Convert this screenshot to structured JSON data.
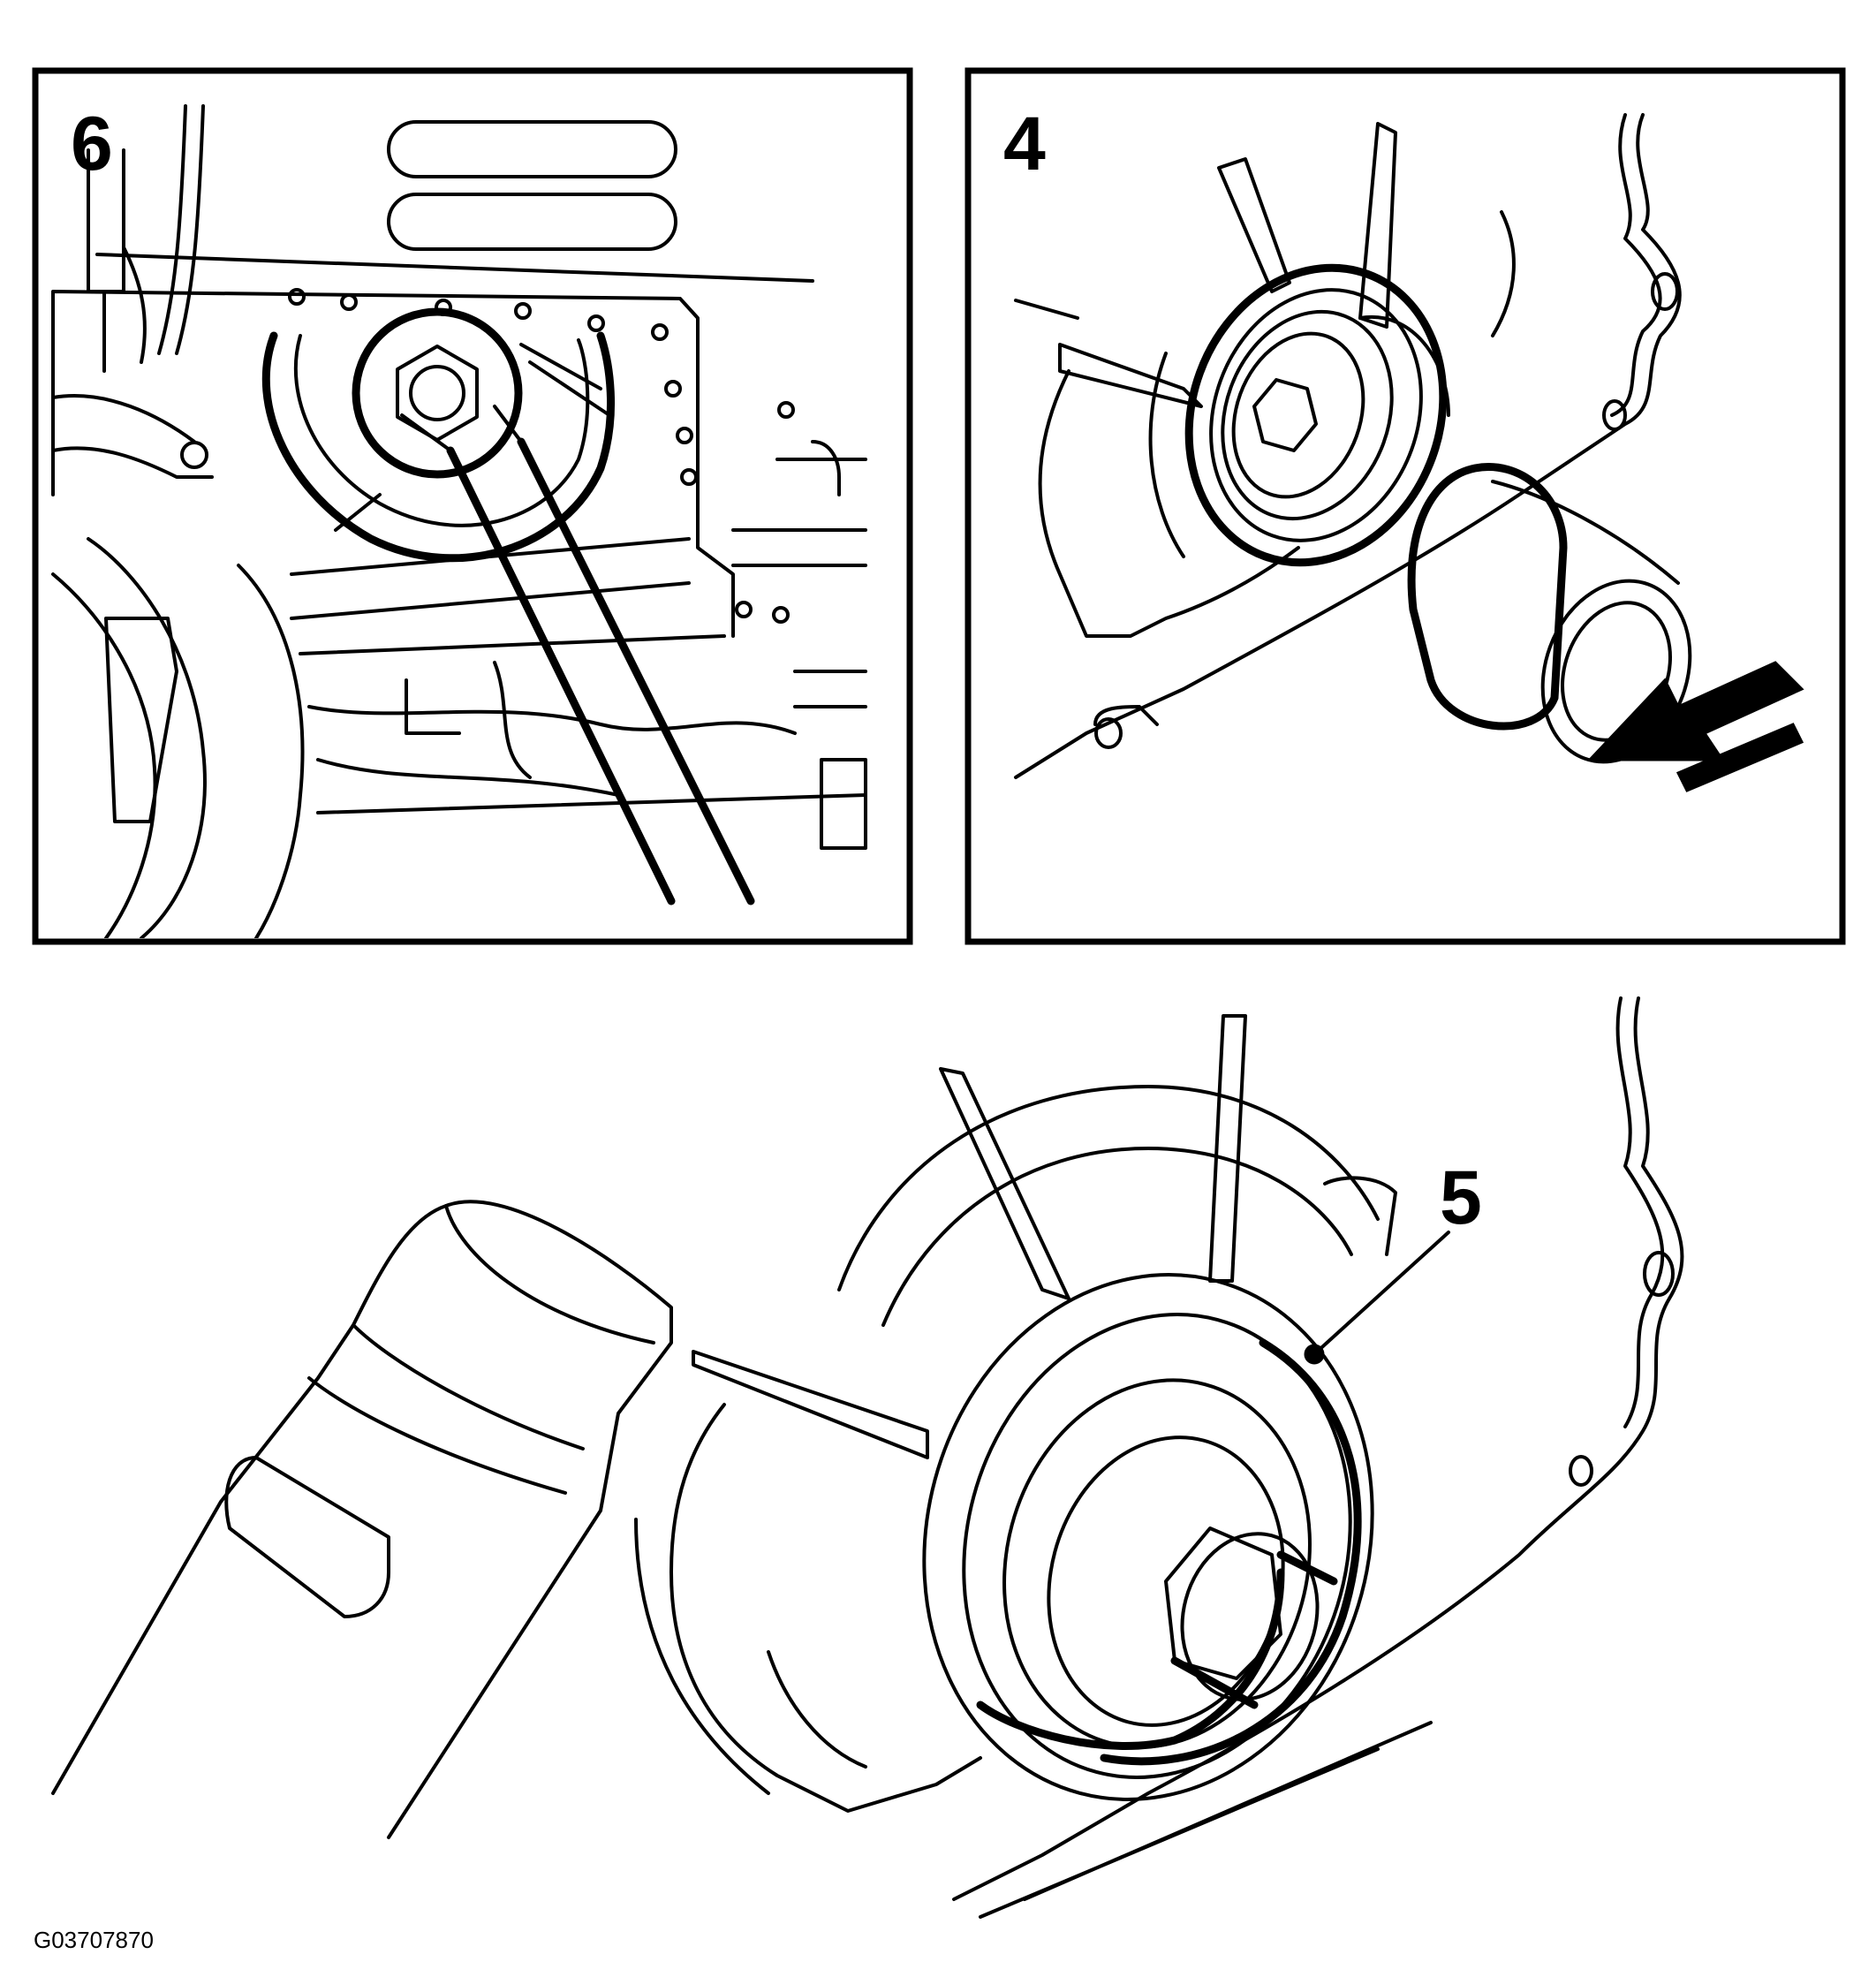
{
  "panels": {
    "step6": {
      "label": "6"
    },
    "step4": {
      "label": "4"
    },
    "main": {
      "callout": "5"
    }
  },
  "figure_id": "G03707870",
  "colors": {
    "ink": "#000000",
    "paper": "#ffffff"
  },
  "icons": {
    "arrow": "direction-arrow-icon"
  }
}
